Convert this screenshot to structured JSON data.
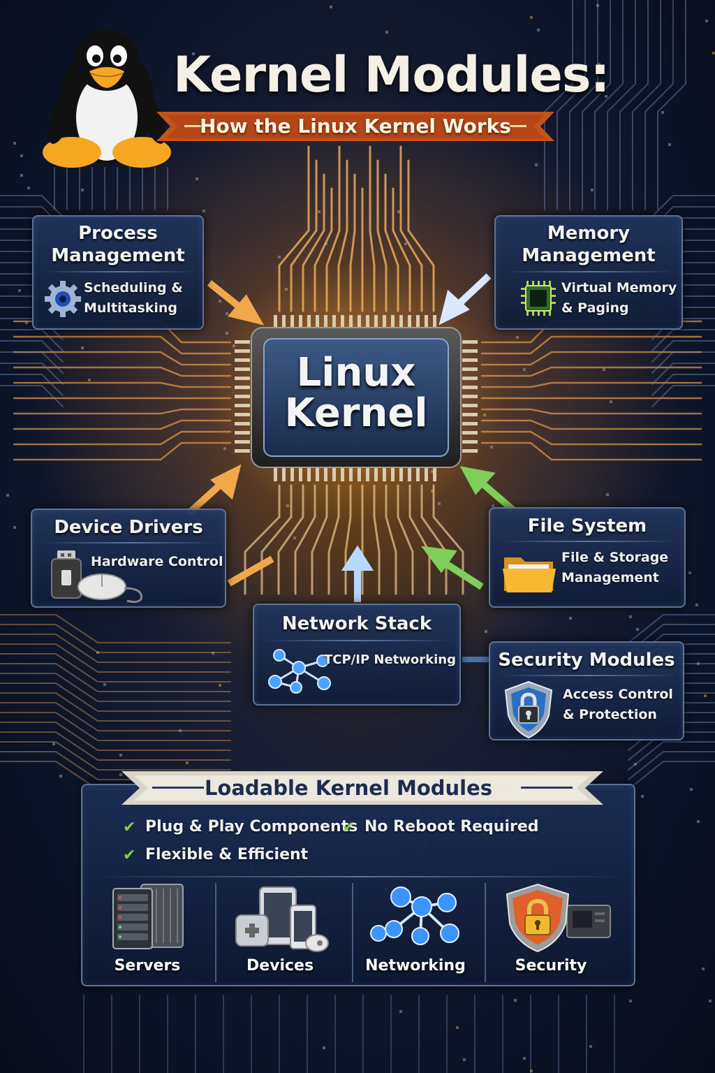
{
  "title": "Kernel Modules:",
  "subtitle": "How the Linux Kernel Works",
  "kernel": {
    "line1": "Linux",
    "line2": "Kernel"
  },
  "modules": {
    "process": {
      "title_line1": "Process",
      "title_line2": "Management",
      "desc_line1": "Scheduling &",
      "desc_line2": "Multitasking",
      "icon": "gear-icon"
    },
    "memory": {
      "title_line1": "Memory",
      "title_line2": "Management",
      "desc_line1": "Virtual Memory",
      "desc_line2": "& Paging",
      "icon": "memory-chip-icon"
    },
    "drivers": {
      "title": "Device Drivers",
      "desc": "Hardware Control",
      "icon": "usb-mouse-icon"
    },
    "filesystem": {
      "title": "File System",
      "desc_line1": "File & Storage",
      "desc_line2": "Management",
      "icon": "folder-icon"
    },
    "network": {
      "title": "Network Stack",
      "desc": "TCP/IP Networking",
      "icon": "network-nodes-icon"
    },
    "security": {
      "title": "Security Modules",
      "desc_line1": "Access Control",
      "desc_line2": "& Protection",
      "icon": "shield-lock-icon"
    }
  },
  "lkm": {
    "banner": "Loadable Kernel Modules",
    "features": [
      "Plug & Play Components",
      "No Reboot Required",
      "Flexible & Efficient"
    ],
    "cells": [
      {
        "label": "Servers",
        "icon": "server-icon"
      },
      {
        "label": "Devices",
        "icon": "devices-icon"
      },
      {
        "label": "Networking",
        "icon": "network-nodes-icon"
      },
      {
        "label": "Security",
        "icon": "shield-lock-icon"
      }
    ]
  },
  "colors": {
    "accent_orange": "#f29a2e",
    "ribbon": "#c4531a",
    "panel": "#1c2d52",
    "check_green": "#7fd14a"
  }
}
